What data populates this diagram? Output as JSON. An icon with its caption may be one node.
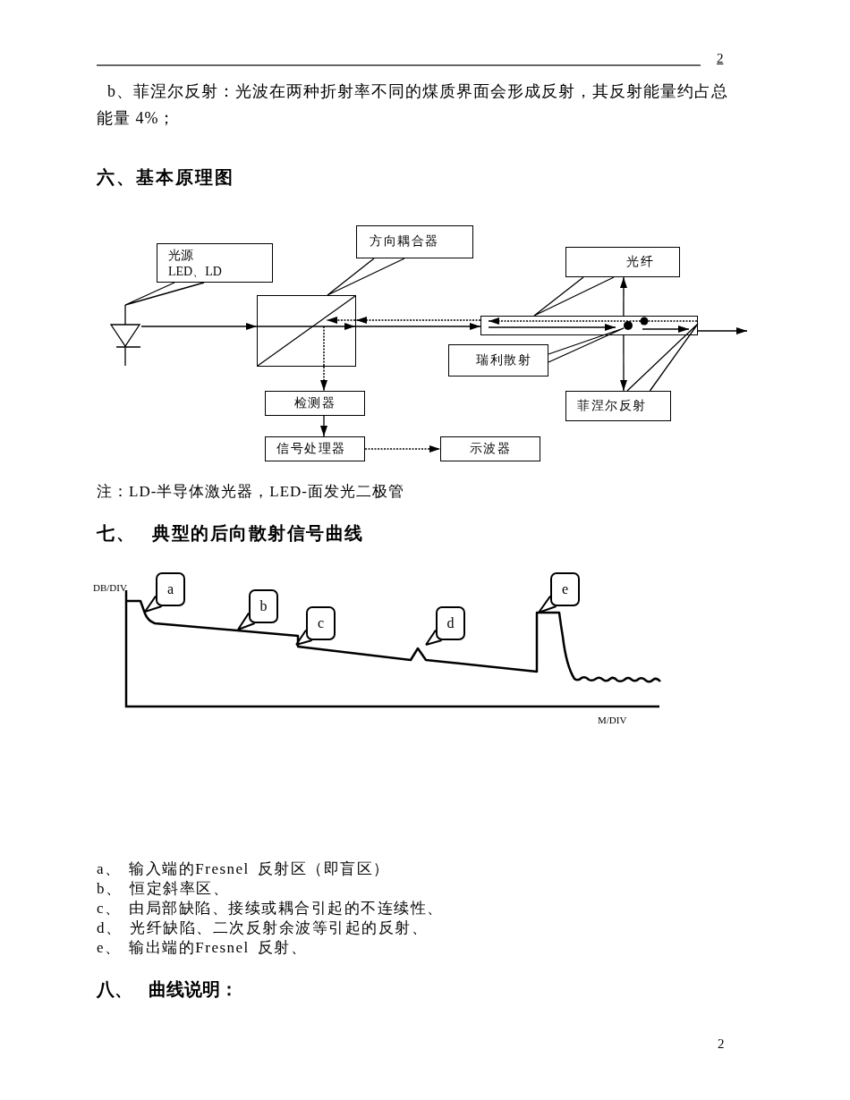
{
  "diagram": {
    "nodes": [
      {
        "text": [
          "方向耦合器"
        ]
      },
      {
        "text": [
          "光源 LED、LD"
        ]
      },
      {
        "text": [
          "光纤"
        ]
      },
      {
        "text": [],
        "shape": "diode"
      },
      {
        "text": [],
        "shape": "box"
      },
      {
        "text": [],
        "shape": "bar"
      },
      {
        "text": [],
        "shape": "circle",
        "in": 5
      },
      {
        "text": [
          "瑞利散射"
        ]
      },
      {
        "text": [
          "检测器"
        ]
      },
      {
        "text": [
          "菲涅尔反射"
        ]
      },
      {
        "text": [
          "信号处理器"
        ]
      },
      {
        "text": [
          "示波器"
        ]
      },
      {
        "text": [
          "a"
        ]
      },
      {
        "text": [
          "b"
        ]
      },
      {
        "text": [
          "c"
        ]
      },
      {
        "text": [
          "d"
        ]
      },
      {
        "text": [
          "e"
        ]
      }
    ],
    "edges": [
      {
        "from": 1,
        "to": 3,
        "arrow": "none"
      },
      {
        "from": 3,
        "to": 4,
        "arrow": "to"
      },
      {
        "from": 0,
        "to": 4,
        "arrow": "none"
      },
      {
        "from": 4,
        "to": 5,
        "arrow": "to"
      },
      {
        "from": 5,
        "to": 4,
        "arrow": "to",
        "style": "dashed"
      },
      {
        "from": 2,
        "to": 5,
        "arrow": "none"
      },
      {
        "from": 7,
        "to": 6,
        "arrow": "none"
      },
      {
        "from": 9,
        "to": 5,
        "arrow": "none"
      },
      {
        "from": 5,
        "to": null,
        "arrow": "to"
      },
      {
        "from": 4,
        "to": 8,
        "arrow": "to",
        "style": "dashed"
      },
      {
        "from": 8,
        "to": 10,
        "arrow": "to"
      },
      {
        "from": 10,
        "to": 11,
        "arrow": "to",
        "style": "dashed"
      },
      {
        "from": 12,
        "to": null,
        "arrow": "none"
      },
      {
        "from": 13,
        "to": null,
        "arrow": "none"
      },
      {
        "from": 14,
        "to": null,
        "arrow": "none"
      },
      {
        "from": 15,
        "to": null,
        "arrow": "none"
      },
      {
        "from": 16,
        "to": null,
        "arrow": "none"
      },
      {
        "from": 5,
        "to": 2,
        "arrow": "to"
      },
      {
        "from": 5,
        "to": 9,
        "arrow": "to"
      }
    ],
    "labels": [
      "2",
      "b、菲涅尔反射：光波在两种折射率不同的煤质界面会形成反射，其反射能量约占总能量 4%；",
      "六、基本原理图",
      "注：LD-半导体激光器，LED-面发光二极管",
      "七、 典型的后向散射信号曲线",
      "DB/DIV",
      "M/DIV",
      "a、 输入端的Fresnel 反射区（即盲区）",
      "b、 恒定斜率区、",
      "c、 由局部缺陷、接续或耦合引起的不连续性、",
      "d、 光纤缺陷、二次反射余波等引起的反射、",
      "e、 输出端的Fresnel 反射、",
      "八、 曲线说明：",
      "2"
    ]
  }
}
